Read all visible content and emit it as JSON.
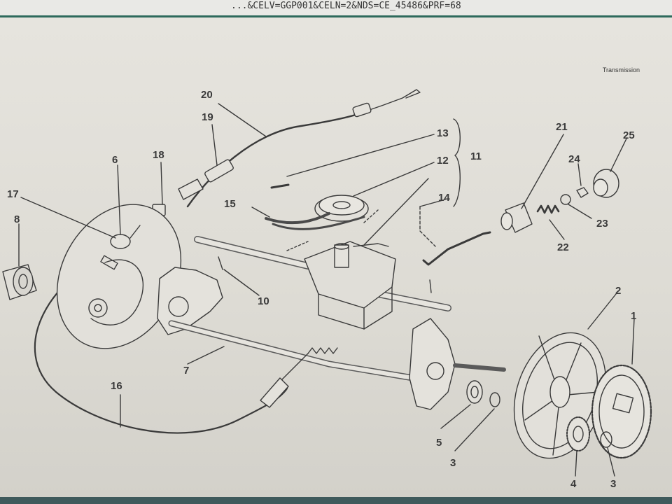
{
  "browser": {
    "url_fragment": "...&CELV=GGP001&CELN=2&NDS=CE_45486&PRF=68"
  },
  "diagram": {
    "title": "Transmission",
    "callouts": [
      "20",
      "19",
      "18",
      "6",
      "17",
      "8",
      "13",
      "12",
      "11",
      "14",
      "15",
      "10",
      "21",
      "24",
      "25",
      "23",
      "22",
      "7",
      "16",
      "2",
      "1",
      "5",
      "3",
      "4"
    ]
  }
}
